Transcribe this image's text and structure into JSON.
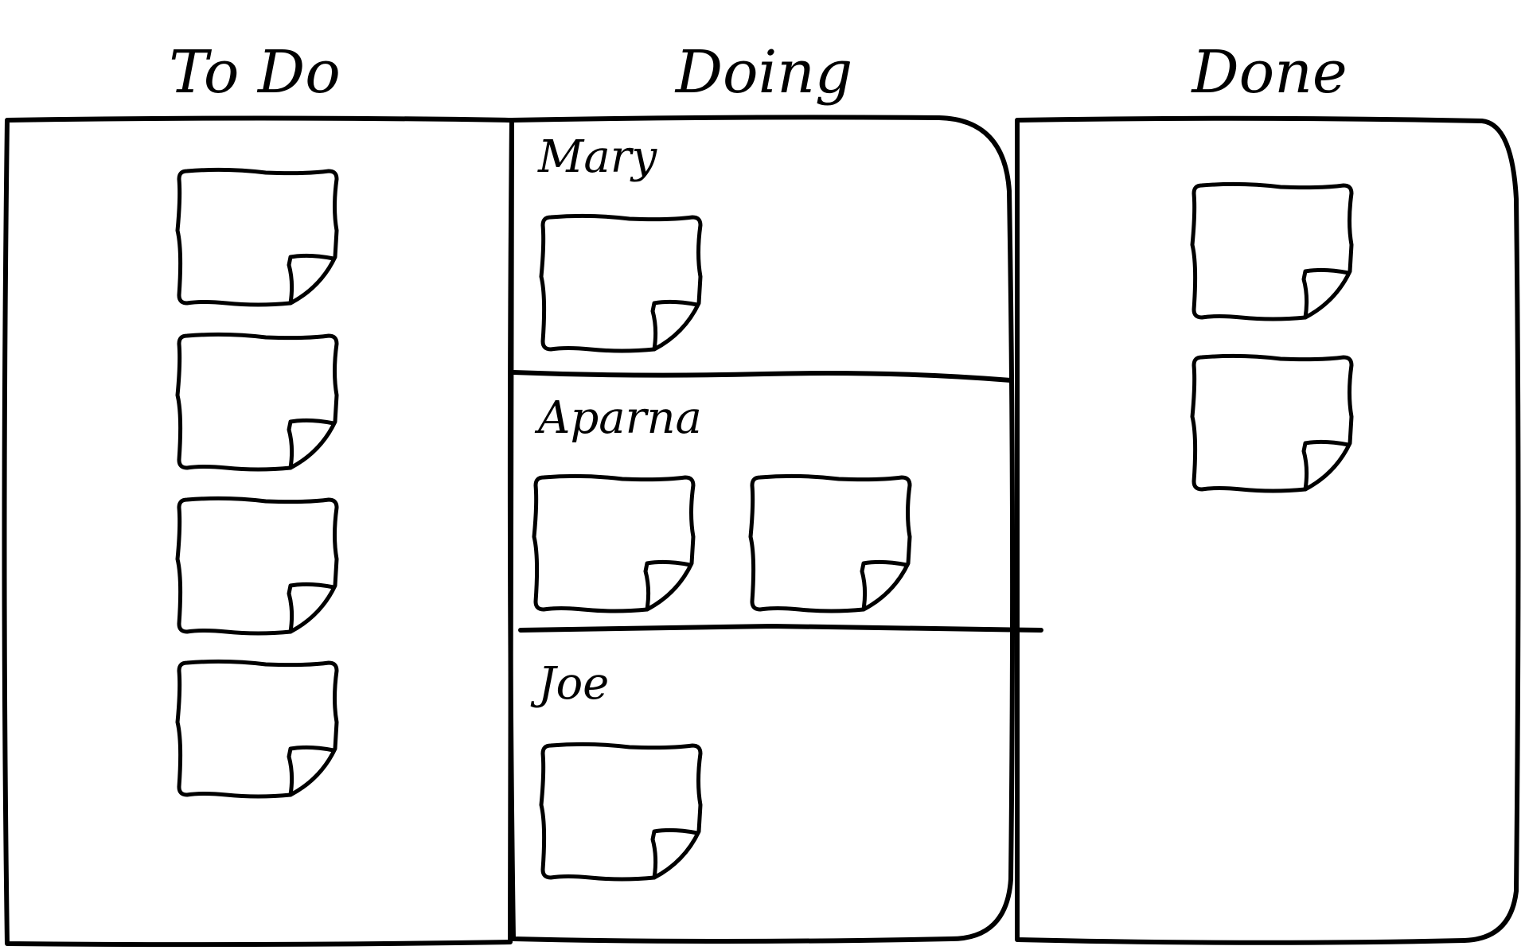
{
  "board": {
    "columns": [
      {
        "id": "todo",
        "title": "To Do",
        "card_count": 4
      },
      {
        "id": "doing",
        "title": "Doing"
      },
      {
        "id": "done",
        "title": "Done",
        "card_count": 2
      }
    ],
    "lanes": [
      {
        "name": "Mary",
        "card_count": 1
      },
      {
        "name": "Aparna",
        "card_count": 2
      },
      {
        "name": "Joe",
        "card_count": 1
      }
    ]
  },
  "colors": {
    "ink": "#000000",
    "background": "#ffffff"
  },
  "icons": {
    "card": "sticky-note-icon"
  }
}
